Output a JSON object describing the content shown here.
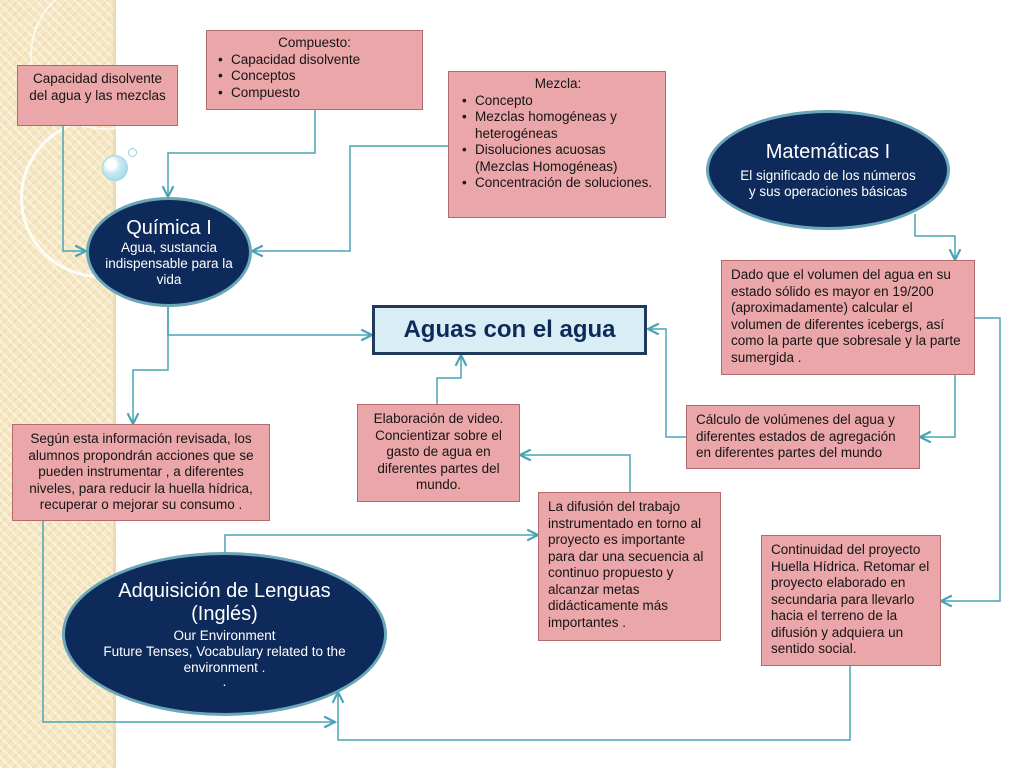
{
  "title": "Aguas con el agua",
  "nodes": {
    "capacidad": {
      "text": "Capacidad disolvente del agua y las mezclas"
    },
    "compuesto": {
      "title": "Compuesto:",
      "items": [
        "Capacidad disolvente",
        "Conceptos",
        "Compuesto"
      ]
    },
    "mezcla": {
      "title": "Mezcla:",
      "items": [
        "Concepto",
        "Mezclas homogéneas y heterogéneas",
        "Disoluciones acuosas (Mezclas Homogéneas)",
        "Concentración de soluciones."
      ]
    },
    "quimica": {
      "title": "Química I",
      "body": "Agua, sustancia indispensable para la vida"
    },
    "matematicas": {
      "title": "Matemáticas I",
      "body": "El significado de los números y sus operaciones básicas"
    },
    "volumen": {
      "text": "Dado que el volumen del agua en su estado sólido es mayor en  19/200 (aproximadamente)  calcular el volumen de diferentes icebergs, así como la parte que sobresale y la parte sumergida  ."
    },
    "calculo": {
      "text": "Cálculo de volúmenes del agua y diferentes estados  de agregación en diferentes partes del mundo"
    },
    "video": {
      "text": "Elaboración de video. Concientizar  sobre el gasto de agua en diferentes partes del mundo."
    },
    "alumnos": {
      "text": "Según esta información revisada, los alumnos propondrán acciones  que se pueden instrumentar , a diferentes niveles, para reducir la huella hídrica, recuperar  o mejorar  su consumo ."
    },
    "difusion": {
      "text": "La difusión  del trabajo instrumentado  en torno al proyecto es importante para  dar una secuencia al  continuo propuesto y alcanzar metas didácticamente más importantes ."
    },
    "continuidad": {
      "text": "Continuidad del proyecto Huella Hídrica.  Retomar el proyecto elaborado en secundaria  para llevarlo hacia el terreno de la difusión y adquiera un sentido social."
    },
    "lenguas": {
      "title": "Adquisición de Lenguas (Inglés)",
      "line1": "Our Environment",
      "line2": "Future Tenses, Vocabulary related  to the environment .",
      "dot": "."
    }
  },
  "colors": {
    "box_fill": "#eaa6a8",
    "box_border": "#b46a6a",
    "ellipse_fill": "#0d2a5a",
    "ellipse_border": "#6aa7b8",
    "connector": "#4aa3b5",
    "center_fill": "#d8eef4"
  }
}
